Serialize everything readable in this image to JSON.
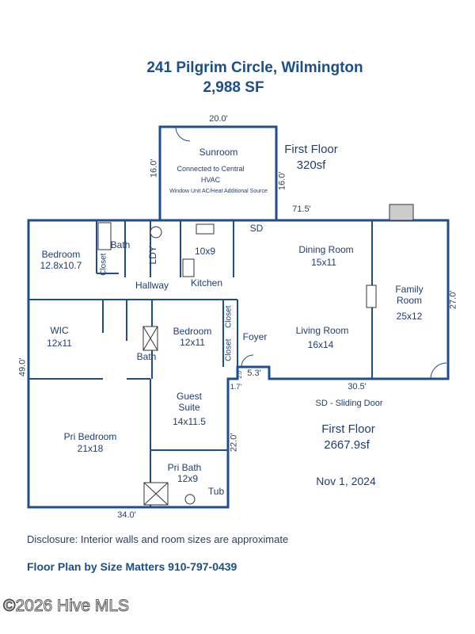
{
  "header": {
    "title": "241 Pilgrim Circle, Wilmington",
    "area": "2,988 SF"
  },
  "sunroom": {
    "name": "Sunroom",
    "note1": "Connected to Central",
    "note2": "HVAC",
    "note3": "Window Unit AC/Heat Additional Source",
    "width": "20.0'",
    "depth_left": "16.0'",
    "depth_right": "16.0'",
    "floor_label": "First Floor",
    "floor_area": "320sf"
  },
  "rooms": {
    "bedroom1": {
      "name": "Bedroom",
      "size": "12.8x10.7"
    },
    "bath1": "Bath",
    "closet1": "Closet",
    "laundry": "LDY",
    "hallway": "Hallway",
    "kitchen": {
      "name": "Kitchen",
      "size": "10x9"
    },
    "sd": "SD",
    "dining": {
      "name": "Dining Room",
      "size": "15x11"
    },
    "family": {
      "name": "Family",
      "name2": "Room",
      "size": "25x12"
    },
    "living": {
      "name": "Living Room",
      "size": "16x14"
    },
    "wic": {
      "name": "WIC",
      "size": "12x11"
    },
    "bath2": "Bath",
    "bedroom2": {
      "name": "Bedroom",
      "size": "12x11"
    },
    "closet2": "Closet",
    "closet3": "Closet",
    "foyer": "Foyer",
    "guest": {
      "name": "Guest",
      "name2": "Suite",
      "size": "14x11.5"
    },
    "pri_bedroom": {
      "name": "Pri Bedroom",
      "size": "21x18"
    },
    "pri_bath": {
      "name": "Pri Bath",
      "size": "12x9"
    },
    "tub": "Tub"
  },
  "dimensions": {
    "top": "71.5'",
    "right": "27.0'",
    "left": "49.0'",
    "bottom_right": "30.5'",
    "bottom_left": "34.0'",
    "foyer": "5.3'",
    "foyer_small": "2.0'",
    "step": "1.7'",
    "guest": "22.0'"
  },
  "legend": {
    "sd": "SD - Sliding Door",
    "floor_label": "First Floor",
    "floor_area": "2667.9sf",
    "date": "Nov 1, 2024"
  },
  "footer": {
    "disclosure": "Disclosure: Interior walls and room sizes are approximate",
    "credit": "Floor Plan by Size Matters  910-797-0439",
    "watermark": "©2026 Hive MLS"
  },
  "colors": {
    "wall": "#1f4e8c",
    "text": "#1f3f6e",
    "title": "#1a4f8a"
  }
}
